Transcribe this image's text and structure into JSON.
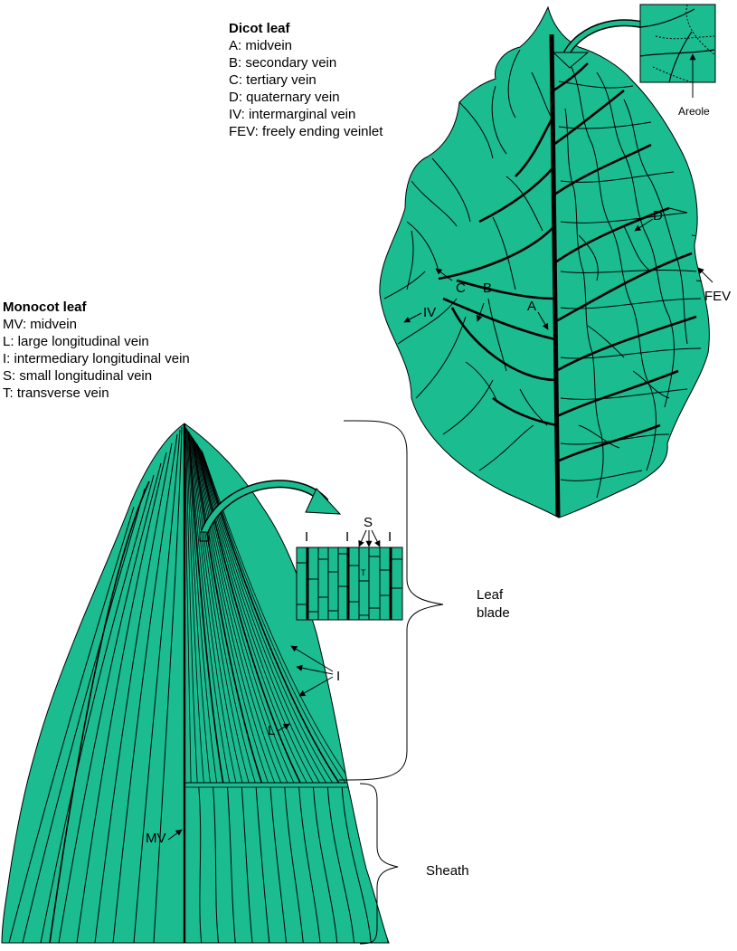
{
  "dicot": {
    "title": "Dicot leaf",
    "legend": [
      "A: midvein",
      "B: secondary vein",
      "C: tertiary vein",
      "D: quaternary vein",
      "IV: intermarginal vein",
      "FEV: freely ending veinlet"
    ],
    "labels": {
      "a": "A",
      "b": "B",
      "c": "C",
      "d": "D",
      "iv": "IV",
      "fev": "FEV",
      "areole": "Areole"
    }
  },
  "monocot": {
    "title": "Monocot leaf",
    "legend": [
      "MV: midvein",
      "L: large longitudinal vein",
      "I: intermediary longitudinal vein",
      "S: small longitudinal vein",
      "T: transverse vein"
    ],
    "labels": {
      "mv": "MV",
      "l": "L",
      "i": "I",
      "s": "S",
      "t": "T",
      "blade": [
        "Leaf",
        "blade"
      ],
      "sheath": "Sheath"
    }
  },
  "colors": {
    "leaf": "#1abc90",
    "vein": "#000000",
    "background": "#ffffff"
  }
}
